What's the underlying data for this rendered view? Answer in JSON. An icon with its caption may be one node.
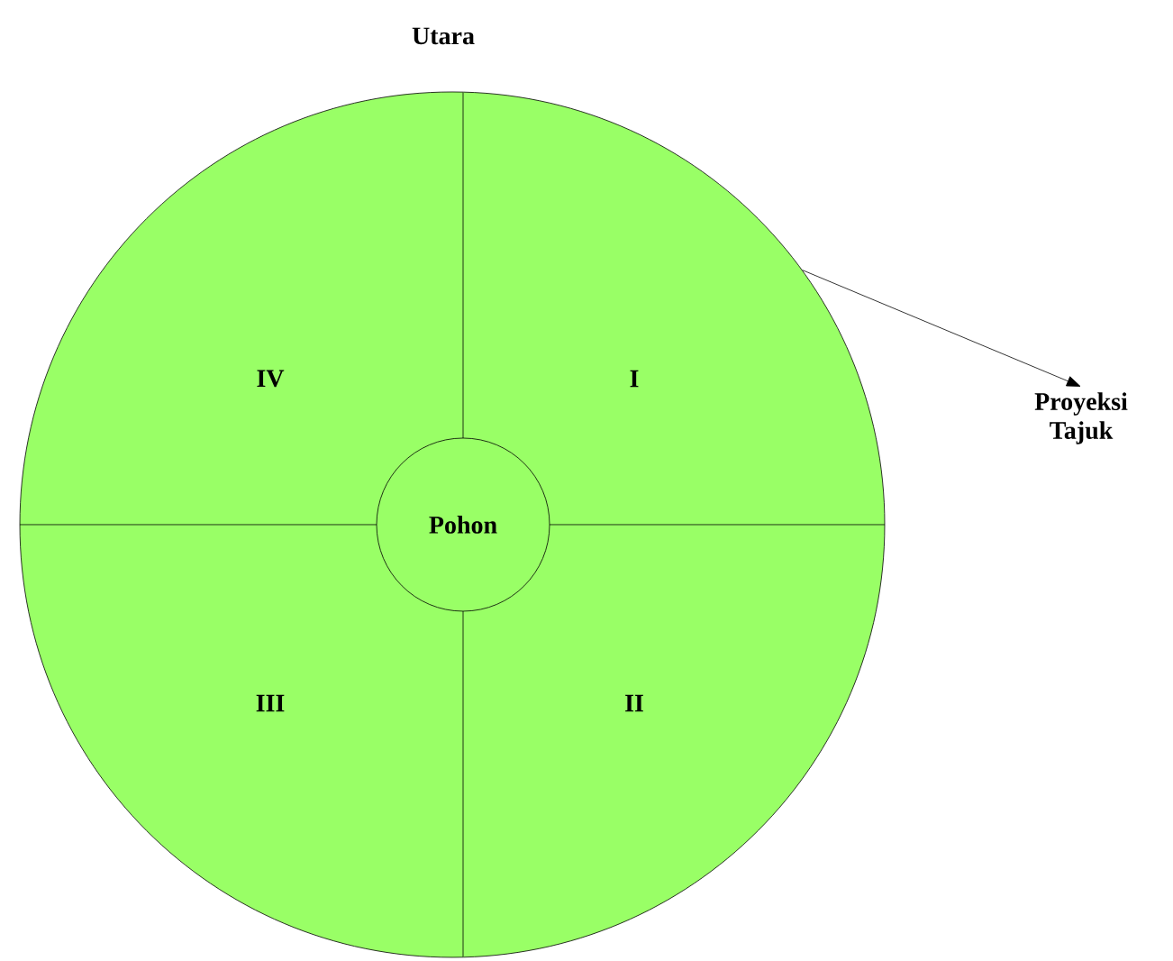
{
  "diagram": {
    "nodes": [
      {
        "text": [],
        "shape": "circle"
      },
      {
        "text": [
          "Pohon"
        ],
        "in": 0
      },
      {
        "text": [
          "Proyeksi Tajuk"
        ]
      }
    ],
    "edges": [
      {
        "from": 0,
        "to": 2,
        "arrow": "to"
      }
    ],
    "labels": [
      "Utara",
      "IV",
      "I",
      "III",
      "II"
    ]
  }
}
